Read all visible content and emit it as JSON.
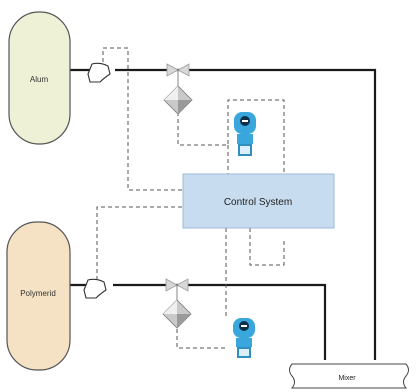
{
  "tanks": [
    {
      "label": "Alum",
      "fill": "#eef1d6",
      "stroke": "#555555"
    },
    {
      "label": "Polymerid",
      "fill": "#f5e2c4",
      "stroke": "#555555"
    }
  ],
  "control_system": {
    "label": "Control System",
    "fill": "#c7dcef",
    "stroke": "#9cbad8"
  },
  "mixer": {
    "label": "Mixer"
  },
  "colors": {
    "pipe": "#1a1a1a",
    "signal": "#555555",
    "transmitter": "#3aa7dc",
    "valve": "#d8d8d8"
  }
}
